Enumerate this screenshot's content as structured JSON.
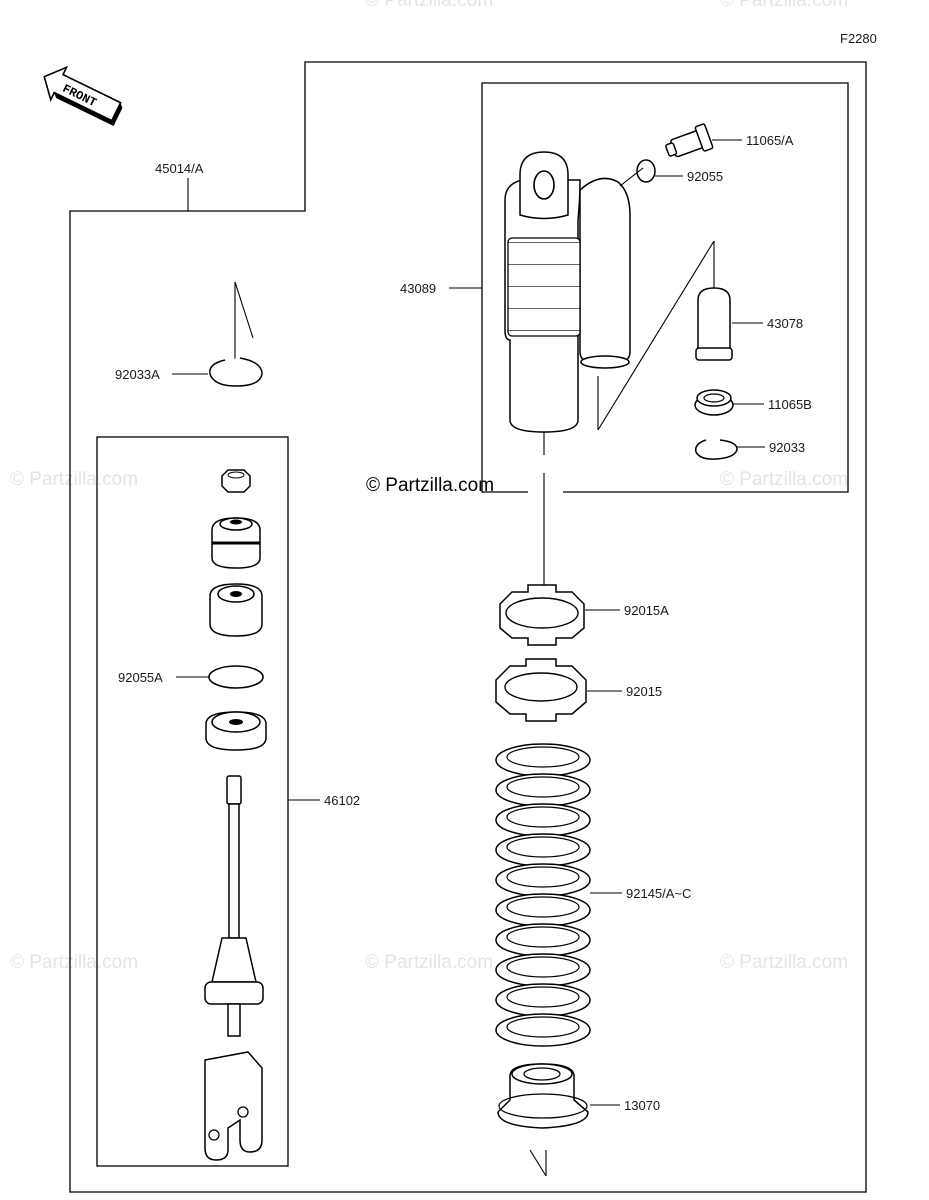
{
  "figure_code": "F2280",
  "front_label": "FRONT",
  "watermark_main": "© Partzilla.com",
  "watermark_faint": "© Partzilla.com",
  "callouts": {
    "assembly": "45014/A",
    "valve": "11065/A",
    "oring_top": "92055",
    "shock_body": "43089",
    "bladder": "43078",
    "cap": "11065B",
    "circlip_right": "92033",
    "circlip_left": "92033A",
    "oring_left": "92055A",
    "rod_assembly": "46102",
    "locknut": "92015A",
    "adjuster_nut": "92015",
    "spring": "92145/A~C",
    "spring_seat": "13070"
  },
  "colors": {
    "line": "#000000",
    "watermark": "#e4e4e4"
  }
}
